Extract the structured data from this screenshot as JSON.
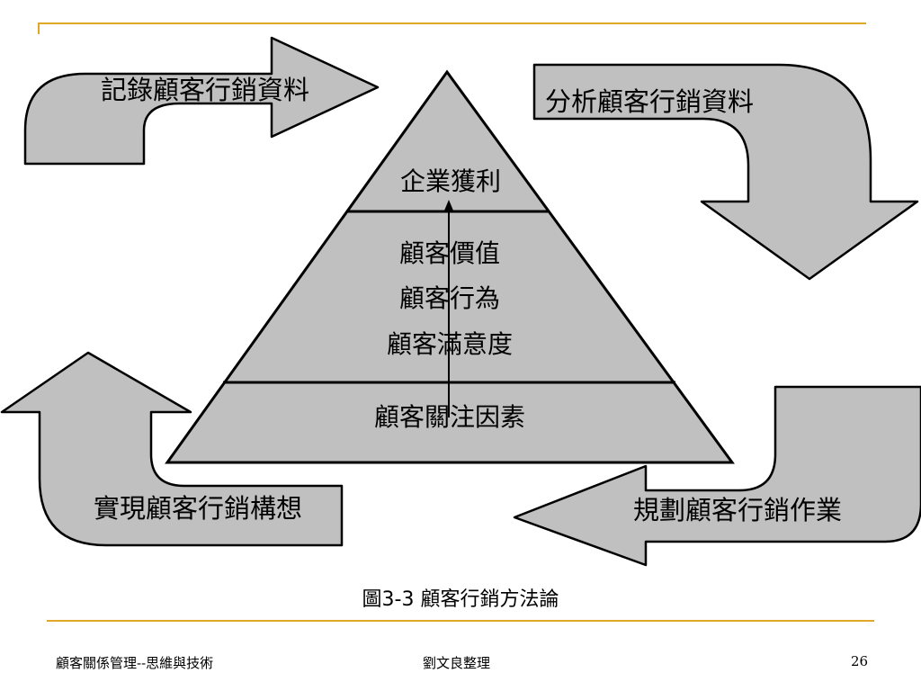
{
  "diagram": {
    "pyramid": {
      "top_label": "企業獲利",
      "middle_labels": [
        "顧客價值",
        "顧客行為",
        "顧客滿意度"
      ],
      "bottom_label": "顧客關注因素"
    },
    "arrows": {
      "top_left": "記錄顧客行銷資料",
      "top_right": "分析顧客行銷資料",
      "bottom_right": "規劃顧客行銷作業",
      "bottom_left": "實現顧客行銷構想"
    }
  },
  "caption": "圖3-3  顧客行銷方法論",
  "footer": {
    "left": "顧客關係管理--思維與技術",
    "center": "劉文良整理",
    "page_number": "26"
  },
  "colors": {
    "accent_line": "#E0A826",
    "shape_fill": "#C0C0C0",
    "stroke": "#000000"
  }
}
